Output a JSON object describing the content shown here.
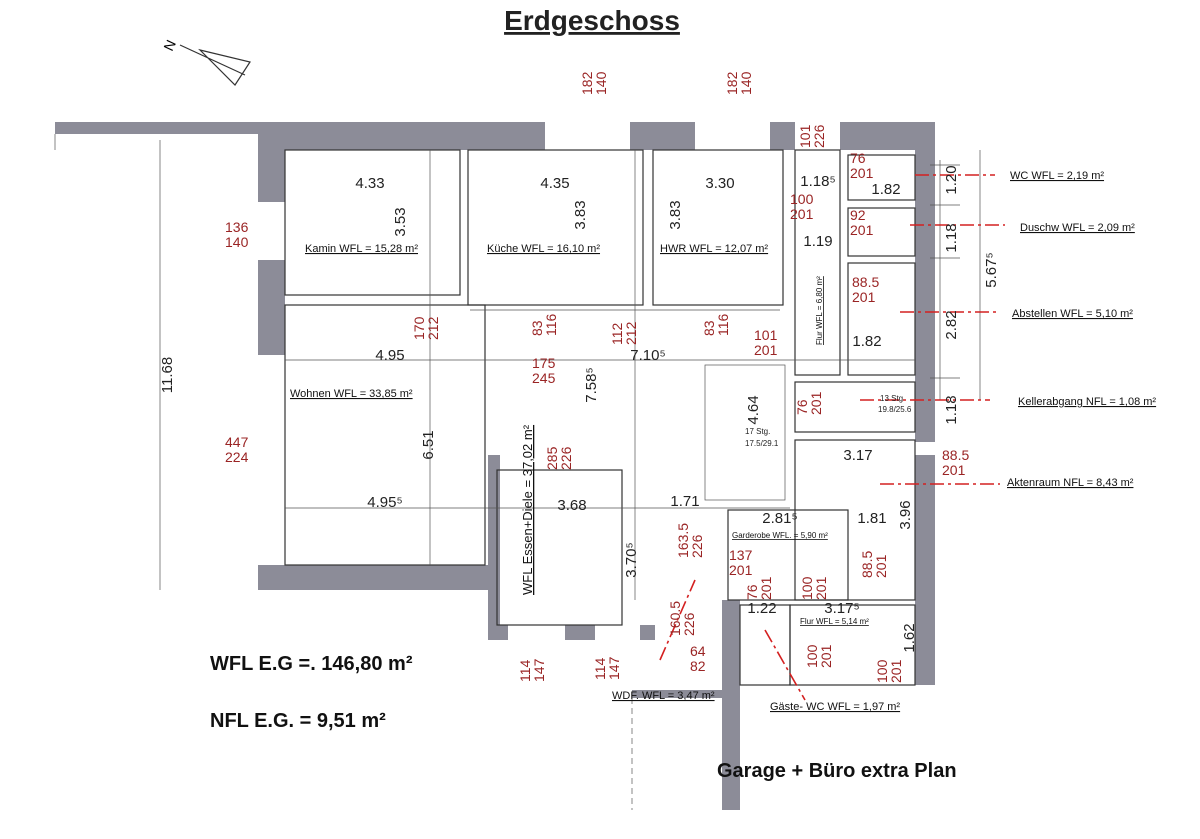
{
  "title": "Erdgeschoss",
  "north_icon": "north-arrow-icon",
  "room_labels": [
    "Kamin WFL = 15,28 m²",
    "Küche WFL = 16,10 m²",
    "HWR WFL = 12,07 m²",
    "Wohnen  WFL = 33,85 m²",
    "WFL Essen+Diele = 37,02 m²",
    "Flur  WFL = 6,80 m²",
    "Garderobe  WFL.  = 5,90 m²",
    "Flur WFL = 5,14 m²",
    "WDF. WFL = 3,47 m²",
    "Gäste- WC WFL = 1,97 m²",
    "WC  WFL = 2,19 m²",
    "Duschw  WFL = 2,09 m²",
    "Abstellen WFL = 5,10 m²",
    "Kellerabgang NFL = 1,08 m²",
    "Aktenraum  NFL = 8,43 m²"
  ],
  "dimensions": [
    "4.33",
    "4.35",
    "3.30",
    "3.53",
    "3.83",
    "3.83",
    "4.95",
    "6.51",
    "4.95⁵",
    "7.58⁵",
    "7.10⁵",
    "3.68",
    "3.70⁵",
    "1.71",
    "4.64",
    "3.17",
    "1.81",
    "3.96",
    "2.81⁵",
    "1.22",
    "3.17⁵",
    "1.62",
    "1.18⁵",
    "1.82",
    "1.19",
    "1.82",
    "11.68",
    "1.20",
    "1.18",
    "5.67⁵",
    "2.82",
    "1.18"
  ],
  "openings": [
    [
      "182",
      "140"
    ],
    [
      "182",
      "140"
    ],
    [
      "101",
      "226"
    ],
    [
      "76",
      "201"
    ],
    [
      "100",
      "201"
    ],
    [
      "92",
      "201"
    ],
    [
      "88.5",
      "201"
    ],
    [
      "136",
      "140"
    ],
    [
      "447",
      "224"
    ],
    [
      "170",
      "212"
    ],
    [
      "83",
      "116"
    ],
    [
      "112",
      "212"
    ],
    [
      "83",
      "116"
    ],
    [
      "101",
      "201"
    ],
    [
      "175",
      "245"
    ],
    [
      "285",
      "226"
    ],
    [
      "76",
      "201"
    ],
    [
      "88.5",
      "201"
    ],
    [
      "163.5",
      "226"
    ],
    [
      "137",
      "201"
    ],
    [
      "76",
      "201"
    ],
    [
      "100",
      "201"
    ],
    [
      "88.5",
      "201"
    ],
    [
      "160.5",
      "226"
    ],
    [
      "64",
      "82"
    ],
    [
      "114",
      "147"
    ],
    [
      "114",
      "147"
    ],
    [
      "100",
      "201"
    ],
    [
      "100",
      "201"
    ]
  ],
  "stairs": [
    {
      "steps": "17 Stg.",
      "ratio": "17.5/29.1"
    },
    {
      "steps": "13 Stg",
      "ratio": "19.8/25.6"
    }
  ],
  "summary": {
    "wfl": "WFL  E.G =. 146,80 m²",
    "nfl": "NFL  E.G. =   9,51 m²",
    "note": "Garage + Büro extra Plan"
  },
  "colors": {
    "wall": "#8c8c98",
    "annotation_red": "#9a2424",
    "leader_red": "#d42020"
  }
}
